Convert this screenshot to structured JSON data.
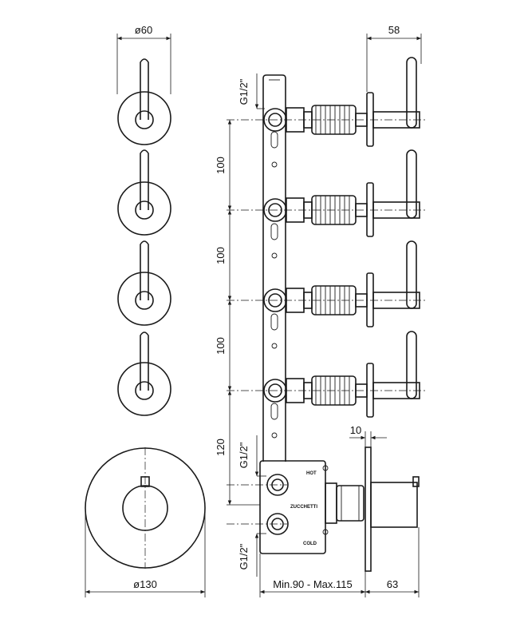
{
  "dimensions": {
    "knob_diameter": "ø60",
    "plate_diameter": "ø130",
    "lever_depth": "58",
    "spacing_1": "100",
    "spacing_2": "100",
    "spacing_3": "100",
    "spacing_bottom": "120",
    "plate_thickness": "10",
    "wall_depth": "Min.90 - Max.115",
    "handle_depth": "63",
    "thread_top": "G1/2\"",
    "thread_mid": "G1/2\"",
    "thread_bottom": "G1/2\""
  },
  "body_labels": {
    "hot": "HOT",
    "brand": "ZUCCHETTI",
    "cold": "COLD"
  }
}
